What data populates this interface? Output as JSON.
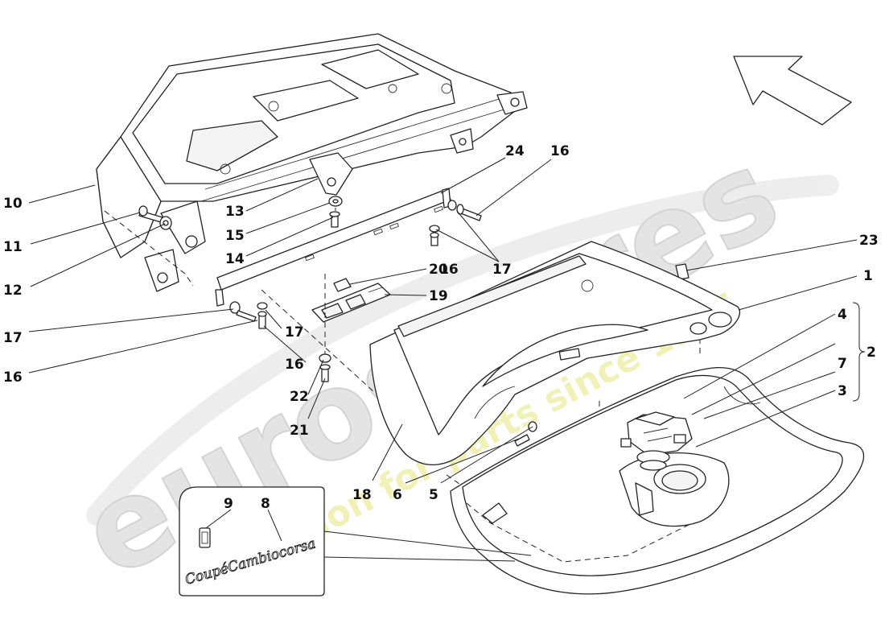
{
  "watermark": {
    "brand": "eurospares",
    "tagline": "a passion for parts since 1985",
    "brand_color": "#d9d9d9",
    "tagline_color": "#f3f3a8"
  },
  "inset": {
    "badge_text": "CoupéCambiocorsa"
  },
  "callouts": {
    "c1": "1",
    "c2": "2",
    "c3": "3",
    "c4": "4",
    "c5": "5",
    "c6": "6",
    "c7": "7",
    "c8": "8",
    "c9": "9",
    "c10": "10",
    "c11": "11",
    "c12": "12",
    "c13": "13",
    "c14": "14",
    "c15": "15",
    "c16a": "16",
    "c16b": "16",
    "c16c": "16",
    "c16d": "16",
    "c17a": "17",
    "c17b": "17",
    "c17c": "17",
    "c18": "18",
    "c19": "19",
    "c20": "20",
    "c21": "21",
    "c22": "22",
    "c23": "23",
    "c24": "24"
  },
  "icons": {
    "direction_arrow": "front-direction-arrow-icon"
  }
}
